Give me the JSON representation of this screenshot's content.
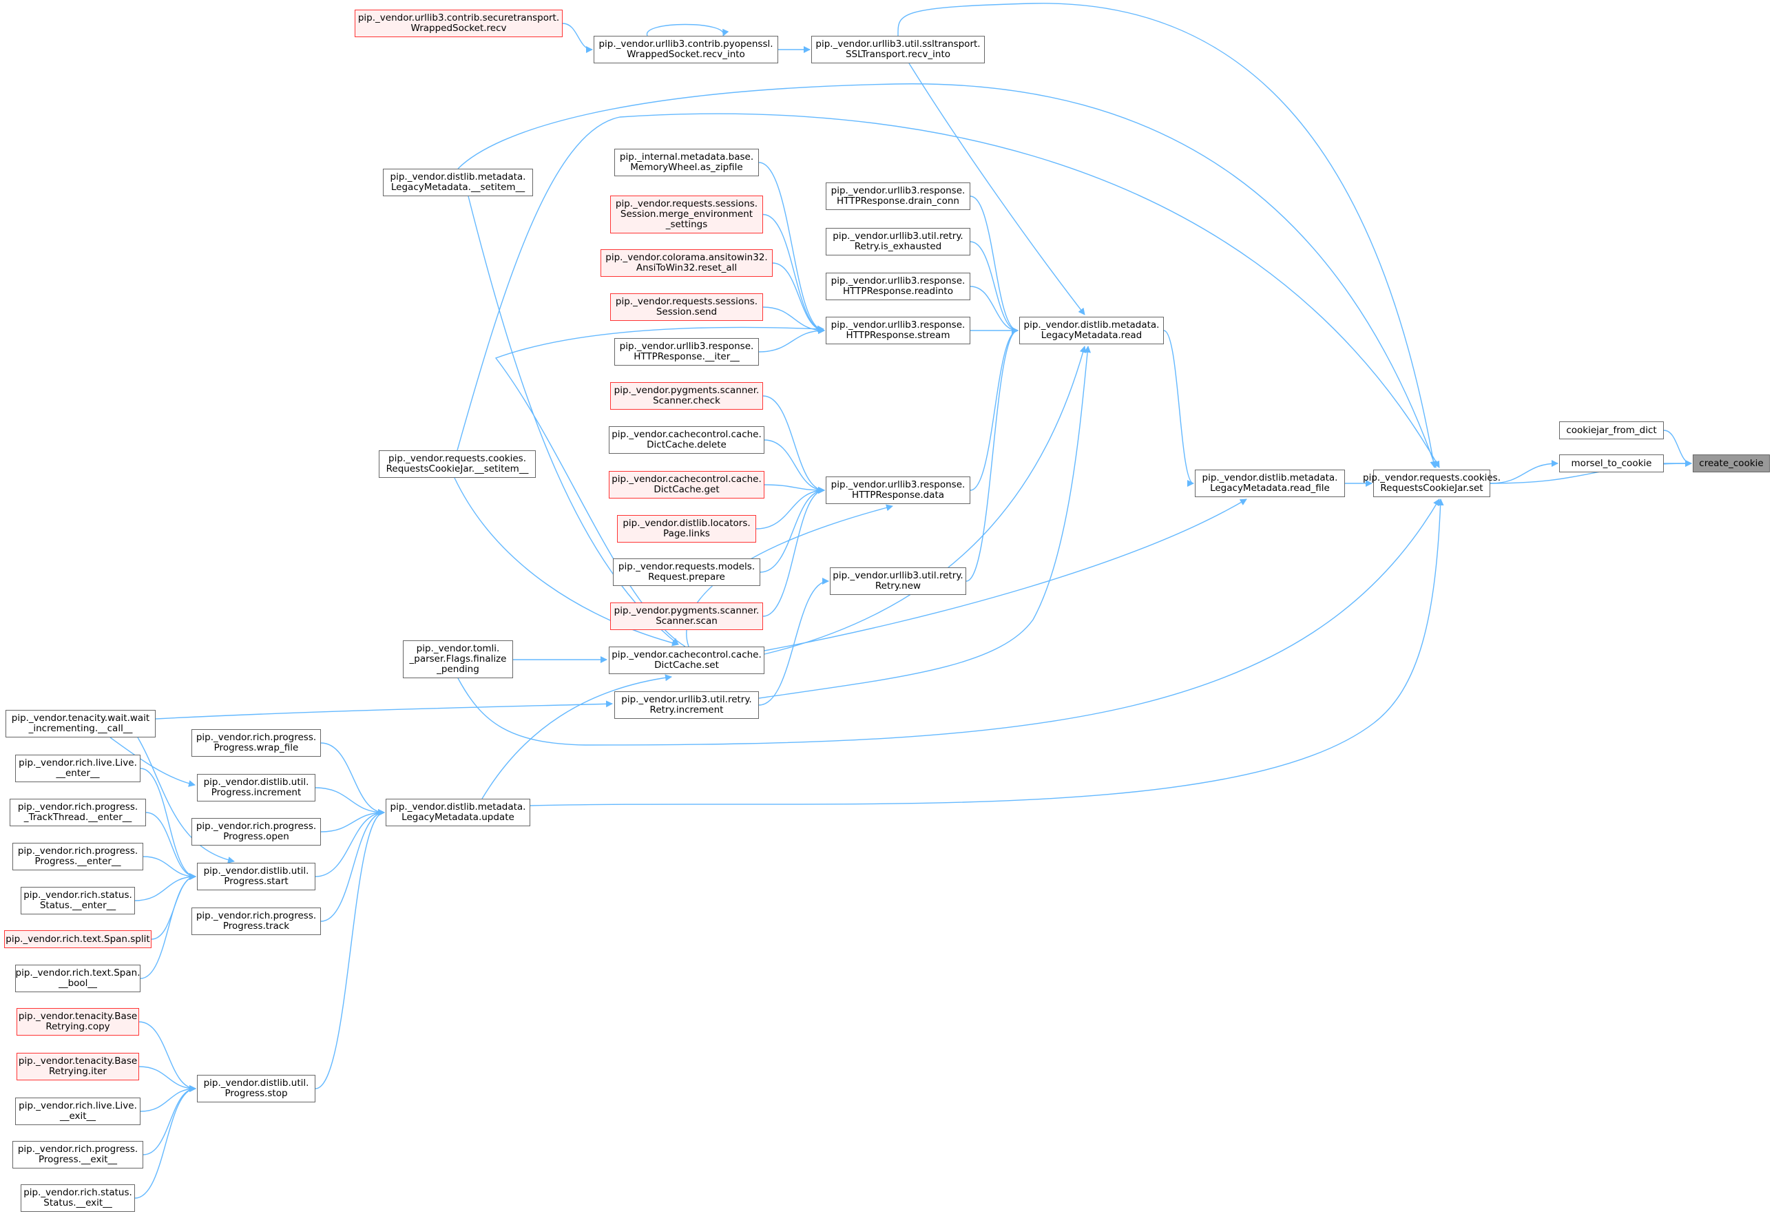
{
  "diagram": {
    "kind": "call-graph",
    "colors": {
      "edge": "#63b8ff",
      "node_border": "#666666",
      "node_red_border": "#ff3333",
      "node_red_fill": "#fff0f0",
      "current_fill": "#999999"
    },
    "nodes": [
      {
        "id": "create_cookie",
        "label": "create_cookie",
        "style": "current"
      },
      {
        "id": "cookiejar_from_dict",
        "label": "cookiejar_from_dict",
        "style": "normal"
      },
      {
        "id": "morsel_to_cookie",
        "label": "morsel_to_cookie",
        "style": "normal"
      },
      {
        "id": "rcj_set",
        "label": "pip._vendor.requests.cookies.\nRequestsCookieJar.set",
        "style": "normal"
      },
      {
        "id": "lm_read_file",
        "label": "pip._vendor.distlib.metadata.\nLegacyMetadata.read_file",
        "style": "normal"
      },
      {
        "id": "lm_read",
        "label": "pip._vendor.distlib.metadata.\nLegacyMetadata.read",
        "style": "normal"
      },
      {
        "id": "ssl_recv_into",
        "label": "pip._vendor.urllib3.util.ssltransport.\nSSLTransport.recv_into",
        "style": "normal"
      },
      {
        "id": "pyopenssl_recv_into",
        "label": "pip._vendor.urllib3.contrib.pyopenssl.\nWrappedSocket.recv_into",
        "style": "normal"
      },
      {
        "id": "st_recv",
        "label": "pip._vendor.urllib3.contrib.securetransport.\nWrappedSocket.recv",
        "style": "red"
      },
      {
        "id": "drain_conn",
        "label": "pip._vendor.urllib3.response.\nHTTPResponse.drain_conn",
        "style": "normal"
      },
      {
        "id": "is_exhausted",
        "label": "pip._vendor.urllib3.util.retry.\nRetry.is_exhausted",
        "style": "normal"
      },
      {
        "id": "readinto",
        "label": "pip._vendor.urllib3.response.\nHTTPResponse.readinto",
        "style": "normal"
      },
      {
        "id": "stream",
        "label": "pip._vendor.urllib3.response.\nHTTPResponse.stream",
        "style": "normal"
      },
      {
        "id": "resp_data",
        "label": "pip._vendor.urllib3.response.\nHTTPResponse.data",
        "style": "normal"
      },
      {
        "id": "retry_new",
        "label": "pip._vendor.urllib3.util.retry.\nRetry.new",
        "style": "normal"
      },
      {
        "id": "as_zipfile",
        "label": "pip._internal.metadata.base.\nMemoryWheel.as_zipfile",
        "style": "normal"
      },
      {
        "id": "merge_env",
        "label": "pip._vendor.requests.sessions.\nSession.merge_environment\n_settings",
        "style": "red"
      },
      {
        "id": "reset_all",
        "label": "pip._vendor.colorama.ansitowin32.\nAnsiToWin32.reset_all",
        "style": "red"
      },
      {
        "id": "session_send",
        "label": "pip._vendor.requests.sessions.\nSession.send",
        "style": "red"
      },
      {
        "id": "resp_iter",
        "label": "pip._vendor.urllib3.response.\nHTTPResponse.__iter__",
        "style": "normal"
      },
      {
        "id": "scanner_check",
        "label": "pip._vendor.pygments.scanner.\nScanner.check",
        "style": "red"
      },
      {
        "id": "dc_delete",
        "label": "pip._vendor.cachecontrol.cache.\nDictCache.delete",
        "style": "normal"
      },
      {
        "id": "dc_get",
        "label": "pip._vendor.cachecontrol.cache.\nDictCache.get",
        "style": "red"
      },
      {
        "id": "page_links",
        "label": "pip._vendor.distlib.locators.\nPage.links",
        "style": "red"
      },
      {
        "id": "req_prepare",
        "label": "pip._vendor.requests.models.\nRequest.prepare",
        "style": "normal"
      },
      {
        "id": "scanner_scan",
        "label": "pip._vendor.pygments.scanner.\nScanner.scan",
        "style": "red"
      },
      {
        "id": "dc_set",
        "label": "pip._vendor.cachecontrol.cache.\nDictCache.set",
        "style": "normal"
      },
      {
        "id": "retry_increment",
        "label": "pip._vendor.urllib3.util.retry.\nRetry.increment",
        "style": "normal"
      },
      {
        "id": "lm_setitem",
        "label": "pip._vendor.distlib.metadata.\nLegacyMetadata.__setitem__",
        "style": "normal"
      },
      {
        "id": "rcj_setitem",
        "label": "pip._vendor.requests.cookies.\nRequestsCookieJar.__setitem__",
        "style": "normal"
      },
      {
        "id": "flags_finalize",
        "label": "pip._vendor.tomli.\n_parser.Flags.finalize\n_pending",
        "style": "normal"
      },
      {
        "id": "wait_call",
        "label": "pip._vendor.tenacity.wait.wait\n_incrementing.__call__",
        "style": "normal"
      },
      {
        "id": "lm_update",
        "label": "pip._vendor.distlib.metadata.\nLegacyMetadata.update",
        "style": "normal"
      },
      {
        "id": "wrap_file",
        "label": "pip._vendor.rich.progress.\nProgress.wrap_file",
        "style": "normal"
      },
      {
        "id": "du_increment",
        "label": "pip._vendor.distlib.util.\nProgress.increment",
        "style": "normal"
      },
      {
        "id": "rp_open",
        "label": "pip._vendor.rich.progress.\nProgress.open",
        "style": "normal"
      },
      {
        "id": "du_start",
        "label": "pip._vendor.distlib.util.\nProgress.start",
        "style": "normal"
      },
      {
        "id": "rp_track",
        "label": "pip._vendor.rich.progress.\nProgress.track",
        "style": "normal"
      },
      {
        "id": "du_stop",
        "label": "pip._vendor.distlib.util.\nProgress.stop",
        "style": "normal"
      },
      {
        "id": "live_enter",
        "label": "pip._vendor.rich.live.Live.\n__enter__",
        "style": "normal"
      },
      {
        "id": "track_enter",
        "label": "pip._vendor.rich.progress.\n_TrackThread.__enter__",
        "style": "normal"
      },
      {
        "id": "progress_enter",
        "label": "pip._vendor.rich.progress.\nProgress.__enter__",
        "style": "normal"
      },
      {
        "id": "status_enter",
        "label": "pip._vendor.rich.status.\nStatus.__enter__",
        "style": "normal"
      },
      {
        "id": "span_split",
        "label": "pip._vendor.rich.text.Span.split",
        "style": "red"
      },
      {
        "id": "span_bool",
        "label": "pip._vendor.rich.text.Span.\n__bool__",
        "style": "normal"
      },
      {
        "id": "br_copy",
        "label": "pip._vendor.tenacity.Base\nRetrying.copy",
        "style": "red"
      },
      {
        "id": "br_iter",
        "label": "pip._vendor.tenacity.Base\nRetrying.iter",
        "style": "red"
      },
      {
        "id": "live_exit",
        "label": "pip._vendor.rich.live.Live.\n__exit__",
        "style": "normal"
      },
      {
        "id": "progress_exit",
        "label": "pip._vendor.rich.progress.\nProgress.__exit__",
        "style": "normal"
      },
      {
        "id": "status_exit",
        "label": "pip._vendor.rich.status.\nStatus.__exit__",
        "style": "normal"
      }
    ],
    "edges": [
      [
        "cookiejar_from_dict",
        "create_cookie"
      ],
      [
        "morsel_to_cookie",
        "create_cookie"
      ],
      [
        "rcj_set",
        "create_cookie"
      ],
      [
        "rcj_set",
        "morsel_to_cookie"
      ],
      [
        "lm_read_file",
        "rcj_set"
      ],
      [
        "lm_setitem",
        "rcj_set"
      ],
      [
        "rcj_setitem",
        "rcj_set"
      ],
      [
        "flags_finalize",
        "rcj_set"
      ],
      [
        "lm_update",
        "rcj_set"
      ],
      [
        "ssl_recv_into",
        "rcj_set"
      ],
      [
        "lm_read",
        "lm_read_file"
      ],
      [
        "dc_set",
        "lm_read_file"
      ],
      [
        "ssl_recv_into",
        "lm_read"
      ],
      [
        "drain_conn",
        "lm_read"
      ],
      [
        "is_exhausted",
        "lm_read"
      ],
      [
        "readinto",
        "lm_read"
      ],
      [
        "stream",
        "lm_read"
      ],
      [
        "resp_data",
        "lm_read"
      ],
      [
        "retry_new",
        "lm_read"
      ],
      [
        "retry_increment",
        "lm_read"
      ],
      [
        "dc_set",
        "lm_read"
      ],
      [
        "pyopenssl_recv_into",
        "ssl_recv_into"
      ],
      [
        "st_recv",
        "pyopenssl_recv_into"
      ],
      [
        "pyopenssl_recv_into",
        "pyopenssl_recv_into"
      ],
      [
        "as_zipfile",
        "stream"
      ],
      [
        "merge_env",
        "stream"
      ],
      [
        "reset_all",
        "stream"
      ],
      [
        "session_send",
        "stream"
      ],
      [
        "resp_iter",
        "stream"
      ],
      [
        "dc_set",
        "stream"
      ],
      [
        "scanner_check",
        "resp_data"
      ],
      [
        "dc_delete",
        "resp_data"
      ],
      [
        "dc_get",
        "resp_data"
      ],
      [
        "page_links",
        "resp_data"
      ],
      [
        "req_prepare",
        "resp_data"
      ],
      [
        "scanner_scan",
        "resp_data"
      ],
      [
        "dc_set",
        "resp_data"
      ],
      [
        "retry_increment",
        "retry_new"
      ],
      [
        "flags_finalize",
        "dc_set"
      ],
      [
        "lm_setitem",
        "dc_set"
      ],
      [
        "rcj_setitem",
        "dc_set"
      ],
      [
        "lm_update",
        "dc_set"
      ],
      [
        "wait_call",
        "retry_increment"
      ],
      [
        "wrap_file",
        "lm_update"
      ],
      [
        "du_increment",
        "lm_update"
      ],
      [
        "rp_open",
        "lm_update"
      ],
      [
        "du_start",
        "lm_update"
      ],
      [
        "rp_track",
        "lm_update"
      ],
      [
        "du_stop",
        "lm_update"
      ],
      [
        "wait_call",
        "du_increment"
      ],
      [
        "wait_call",
        "du_start"
      ],
      [
        "live_enter",
        "du_start"
      ],
      [
        "track_enter",
        "du_start"
      ],
      [
        "progress_enter",
        "du_start"
      ],
      [
        "status_enter",
        "du_start"
      ],
      [
        "span_split",
        "du_start"
      ],
      [
        "span_bool",
        "du_start"
      ],
      [
        "br_copy",
        "du_stop"
      ],
      [
        "br_iter",
        "du_stop"
      ],
      [
        "live_exit",
        "du_stop"
      ],
      [
        "progress_exit",
        "du_stop"
      ],
      [
        "status_exit",
        "du_stop"
      ]
    ]
  }
}
